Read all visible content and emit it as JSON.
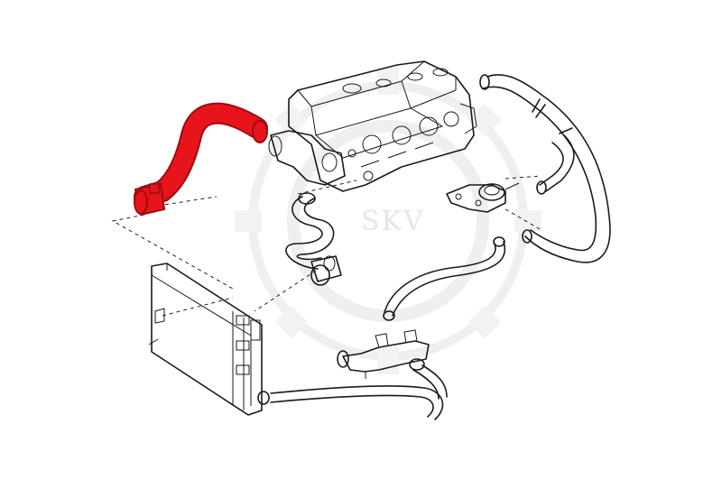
{
  "watermark": {
    "text": "SKV",
    "color": "#e6e6e6"
  },
  "colors": {
    "highlight_hose": "#e8141c",
    "highlight_hose_dark": "#9c0b10",
    "outline": "#1a1a1a",
    "watermark_gear": "#efefef"
  },
  "parts": {
    "highlighted": "upper-radiator-hose",
    "others": [
      "engine-cylinder-head",
      "thermostat-housing",
      "heater-hose-upper",
      "heater-return-hose",
      "lower-curved-hose",
      "expansion-tank-bracket",
      "bleed-hose",
      "radiator",
      "coolant-pipe-manifold",
      "lower-coolant-hose"
    ]
  }
}
